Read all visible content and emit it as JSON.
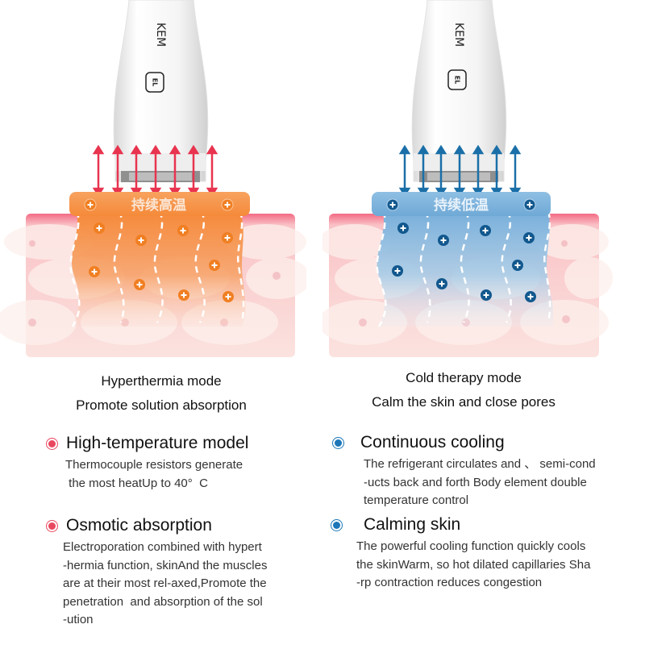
{
  "panels": {
    "hot": {
      "band_label": "持续高温",
      "accent": "#f08a3c",
      "arrow_color": "#e8344f",
      "device_logo": "KEM",
      "device_button": "EL",
      "caption_line1": "Hyperthermia mode",
      "caption_line2": "Promote solution absorption"
    },
    "cold": {
      "band_label": "持续低温",
      "accent": "#6fa9d6",
      "arrow_color": "#1a6fa8",
      "device_logo": "KEM",
      "device_button": "EL",
      "caption_line1": "Cold therapy mode",
      "caption_line2": "Calm the skin and close pores"
    }
  },
  "features": {
    "hot": [
      {
        "title": "High-temperature model",
        "body": "Thermocouple resistors generate\n the most heatUp to 40°  C",
        "bullet_color": "#e9475f"
      },
      {
        "title": "Osmotic absorption",
        "body": "Electroporation combined with hypert\n-hermia function, skinAnd the muscles\nare at their most rel-axed,Promote the\npenetration  and absorption of the sol\n-ution",
        "bullet_color": "#e9475f"
      }
    ],
    "cold": [
      {
        "title": "Continuous cooling",
        "body": "The refrigerant circulates and 、 semi-cond\n-ucts back and forth Body element double\ntemperature control",
        "bullet_color": "#1c76b8"
      },
      {
        "title": "Calming skin",
        "body": "The powerful cooling function quickly cools\nthe skinWarm, so hot dilated capillaries Sha\n-rp contraction reduces congestion",
        "bullet_color": "#1c76b8"
      }
    ]
  }
}
